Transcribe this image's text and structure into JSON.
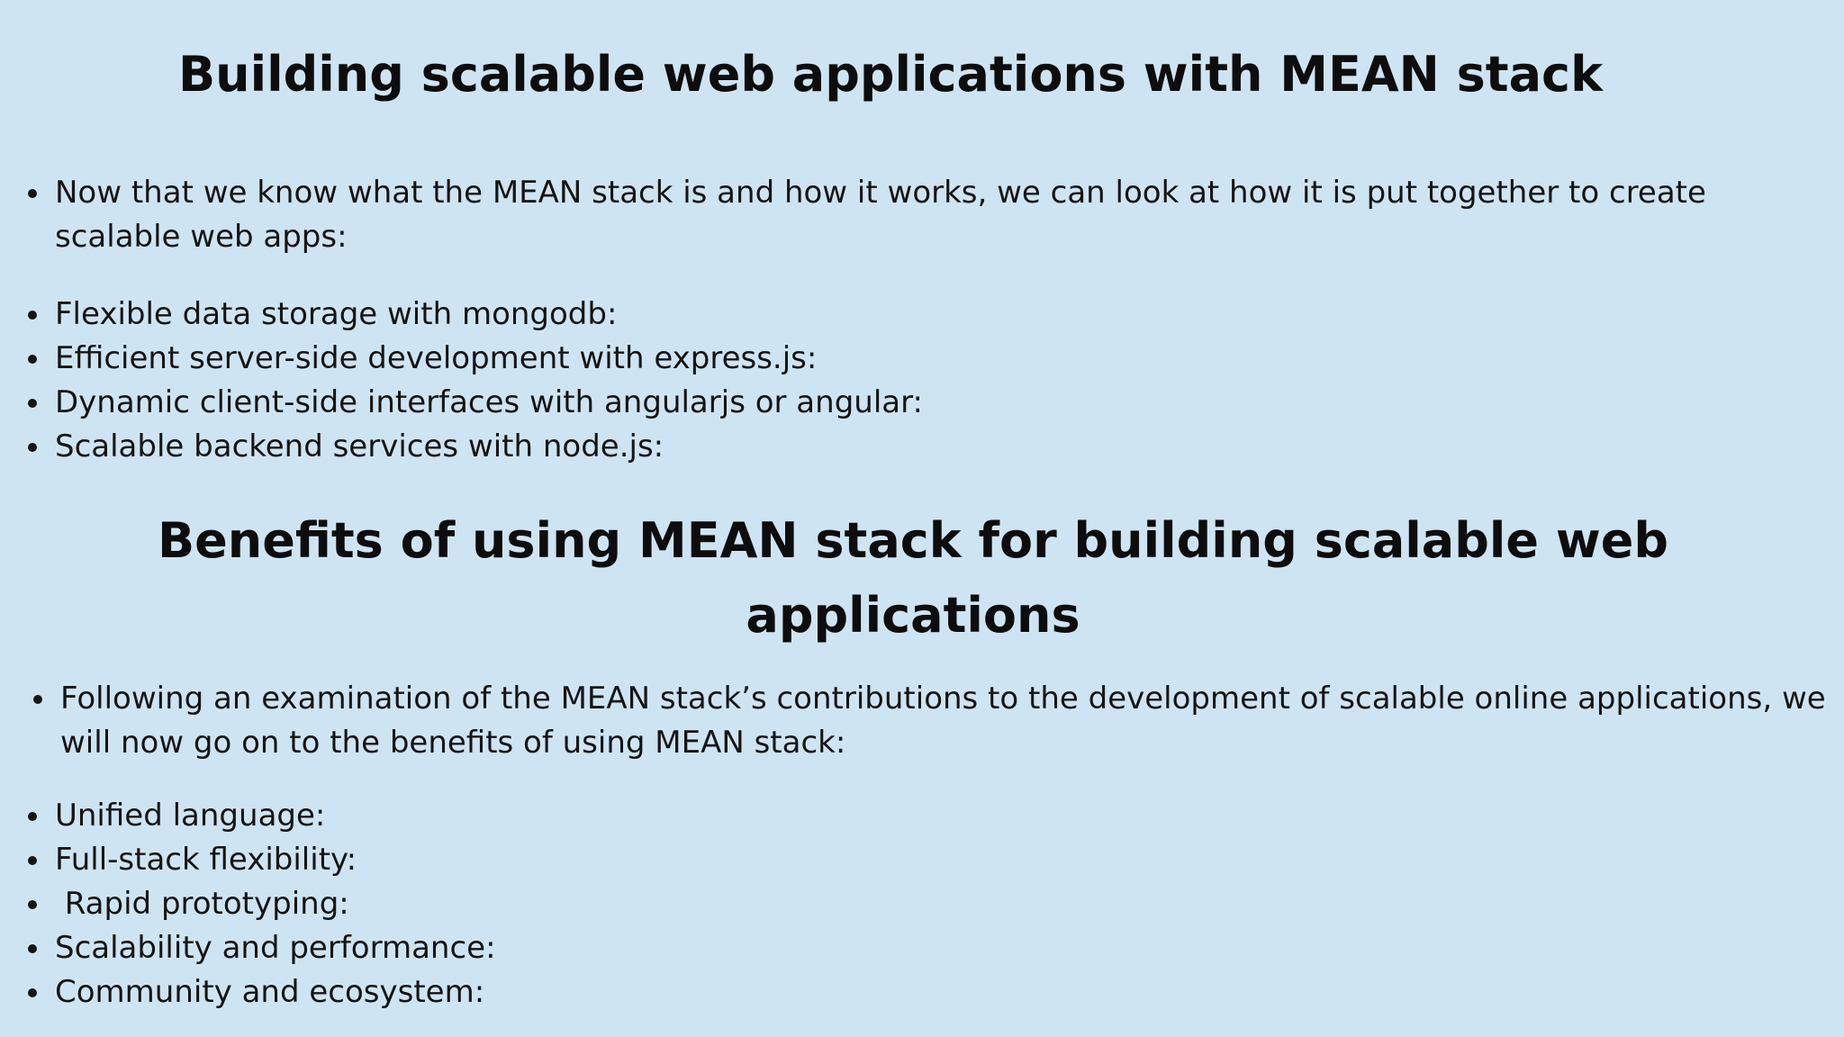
{
  "section1": {
    "heading": "Building scalable web applications with MEAN stack",
    "intro": "Now that we know what the MEAN stack is and how it works, we can look at how it is put together to create scalable web apps:",
    "items": [
      "Flexible data storage with mongodb:",
      "Efficient server-side development with express.js:",
      "Dynamic client-side interfaces with angularjs or angular:",
      "Scalable backend services with node.js:"
    ]
  },
  "section2": {
    "heading_line1": "Benefits of using MEAN stack for building scalable web",
    "heading_line2": "applications",
    "intro": "Following an examination of the MEAN stack’s contributions to the development of scalable online applications, we will now go on to the benefits of using MEAN stack:",
    "items": [
      "Unified language:",
      "Full-stack flexibility:",
      " Rapid prototyping:",
      "Scalability and performance:",
      "Community and ecosystem:"
    ]
  },
  "colors": {
    "background": "#cfe4f3",
    "text": "#111111"
  }
}
